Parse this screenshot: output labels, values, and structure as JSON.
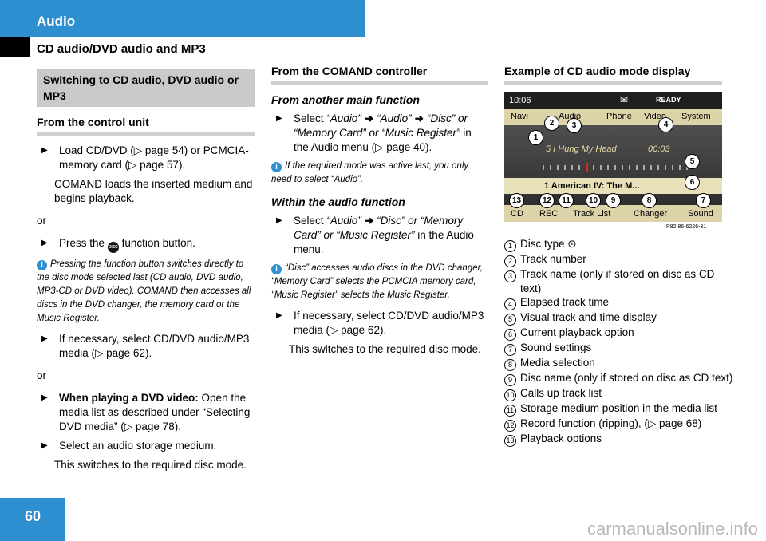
{
  "header": {
    "title": "Audio",
    "subtitle": "CD audio/DVD audio and MP3"
  },
  "page_number": "60",
  "watermark": "carmanualsonline.info",
  "col1": {
    "box_title": "Switching to CD audio, DVD audio or MP3",
    "heading": "From the control unit",
    "b1": "Load CD/DVD (▷ page 54) or PCMCIA-memory card (▷ page 57).",
    "b1_follow": "COMAND loads the inserted medium and begins playback.",
    "or1": "or",
    "b2_pre": "Press the",
    "b2_icon": "DISC",
    "b2_post": "function button.",
    "note1": "Pressing the function button switches directly to the disc mode selected last (CD audio, DVD audio, MP3-CD or DVD video). COMAND then accesses all discs in the DVD changer, the memory card or the Music Register.",
    "b3": "If necessary, select CD/DVD audio/MP3 media (▷ page 62).",
    "or2": "or",
    "b4_bold": "When playing a DVD video:",
    "b4_rest": "Open the media list as described under “Selecting DVD media” (▷ page 78).",
    "b5": "Select an audio storage medium.",
    "b5_follow": "This switches to the required disc mode."
  },
  "col2": {
    "heading": "From the COMAND controller",
    "sub1": "From another main function",
    "b1_q1": "“Audio”",
    "b1_q2": "“Audio”",
    "b1_q3": "“Disc” or “Memory Card” or “Music Register”",
    "b1_tail": "in the Audio menu (▷ page 40).",
    "b1_pre": "Select",
    "note1": "If the required mode was active last, you only need to select “Audio”.",
    "sub2": "Within the audio function",
    "b2_pre": "Select",
    "b2_q1": "“Audio”",
    "b2_q2": "“Disc” or “Memory Card” or “Music Register”",
    "b2_tail": "in the Audio menu.",
    "note2": "“Disc” accesses audio discs in the DVD changer, “Memory Card” selects the PCMCIA memory card, “Music Register” selects the Music Register.",
    "b3": "If necessary, select CD/DVD audio/MP3 media (▷ page 62).",
    "b3_follow": "This switches to the required disc mode."
  },
  "col3": {
    "heading": "Example of CD audio mode display",
    "image_code": "P82.86-6226-31",
    "screen": {
      "time": "10:06",
      "status": "READY",
      "nav": [
        "Navi",
        "Audio",
        "Phone",
        "Video",
        "System"
      ],
      "track": "5 I Hung My Head",
      "elapsed": "00:03",
      "disc": "1 American IV: The M...",
      "bottom": [
        "CD",
        "REC",
        "Track List",
        "Changer",
        "Sound"
      ],
      "callouts": [
        "1",
        "2",
        "3",
        "4",
        "5",
        "6",
        "7",
        "8",
        "9",
        "10",
        "11",
        "12",
        "13"
      ]
    },
    "legend": [
      {
        "num": "1",
        "text": "Disc type ⊙"
      },
      {
        "num": "2",
        "text": "Track number"
      },
      {
        "num": "3",
        "text": "Track name (only if stored on disc as CD text)"
      },
      {
        "num": "4",
        "text": "Elapsed track time"
      },
      {
        "num": "5",
        "text": "Visual track and time display"
      },
      {
        "num": "6",
        "text": "Current playback option"
      },
      {
        "num": "7",
        "text": "Sound settings"
      },
      {
        "num": "8",
        "text": "Media selection"
      },
      {
        "num": "9",
        "text": "Disc name (only if stored on disc as CD text)"
      },
      {
        "num": "10",
        "text": "Calls up track list"
      },
      {
        "num": "11",
        "text": "Storage medium position in the media list"
      },
      {
        "num": "12",
        "text": "Record function (ripping), (▷ page 68)"
      },
      {
        "num": "13",
        "text": "Playback options"
      }
    ]
  }
}
